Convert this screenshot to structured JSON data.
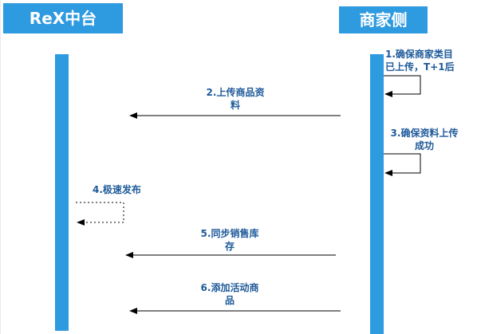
{
  "actors": {
    "rex": "ReX中台",
    "merchant": "商家侧"
  },
  "messages": [
    {
      "label": "1.确保商家类目\n已上传，T+1后",
      "from": "merchant",
      "to": "merchant",
      "style": "solid"
    },
    {
      "label": "2.上传商品资\n料",
      "from": "merchant",
      "to": "rex",
      "style": "solid"
    },
    {
      "label": "3.确保资料上传\n成功",
      "from": "merchant",
      "to": "merchant",
      "style": "solid"
    },
    {
      "label": "4.极速发布",
      "from": "rex",
      "to": "rex",
      "style": "dotted"
    },
    {
      "label": "5.同步销售库\n存",
      "from": "merchant",
      "to": "rex",
      "style": "solid"
    },
    {
      "label": "6.添加活动商\n品",
      "from": "merchant",
      "to": "rex",
      "style": "solid"
    }
  ],
  "colors": {
    "actor": "#2e9ae0",
    "label": "#1f5a9a",
    "arrow": "#000000"
  }
}
